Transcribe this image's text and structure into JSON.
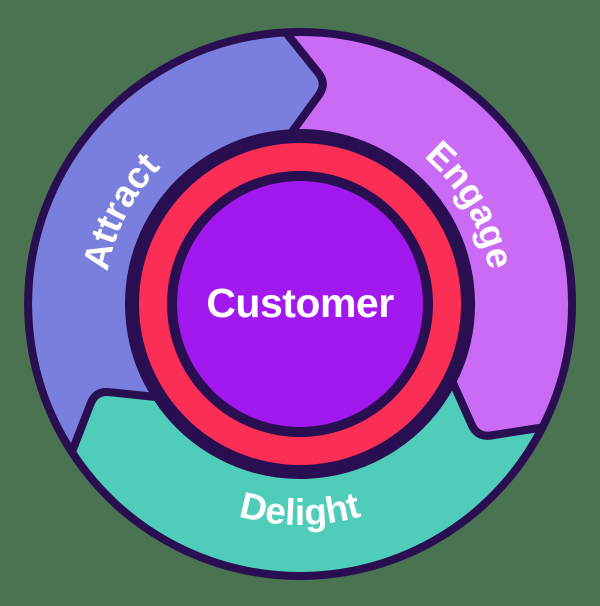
{
  "diagram": {
    "type": "flywheel",
    "center_label": "Customer",
    "segments": [
      {
        "label": "Attract",
        "color": "#7a7edc"
      },
      {
        "label": "Engage",
        "color": "#c96bf4"
      },
      {
        "label": "Delight",
        "color": "#4fccba"
      }
    ],
    "colors": {
      "background": "#4a7451",
      "outline": "#2a0e52",
      "ring": "#fb2e56",
      "hub": "#a219f0",
      "label_text": "#ffffff"
    }
  }
}
